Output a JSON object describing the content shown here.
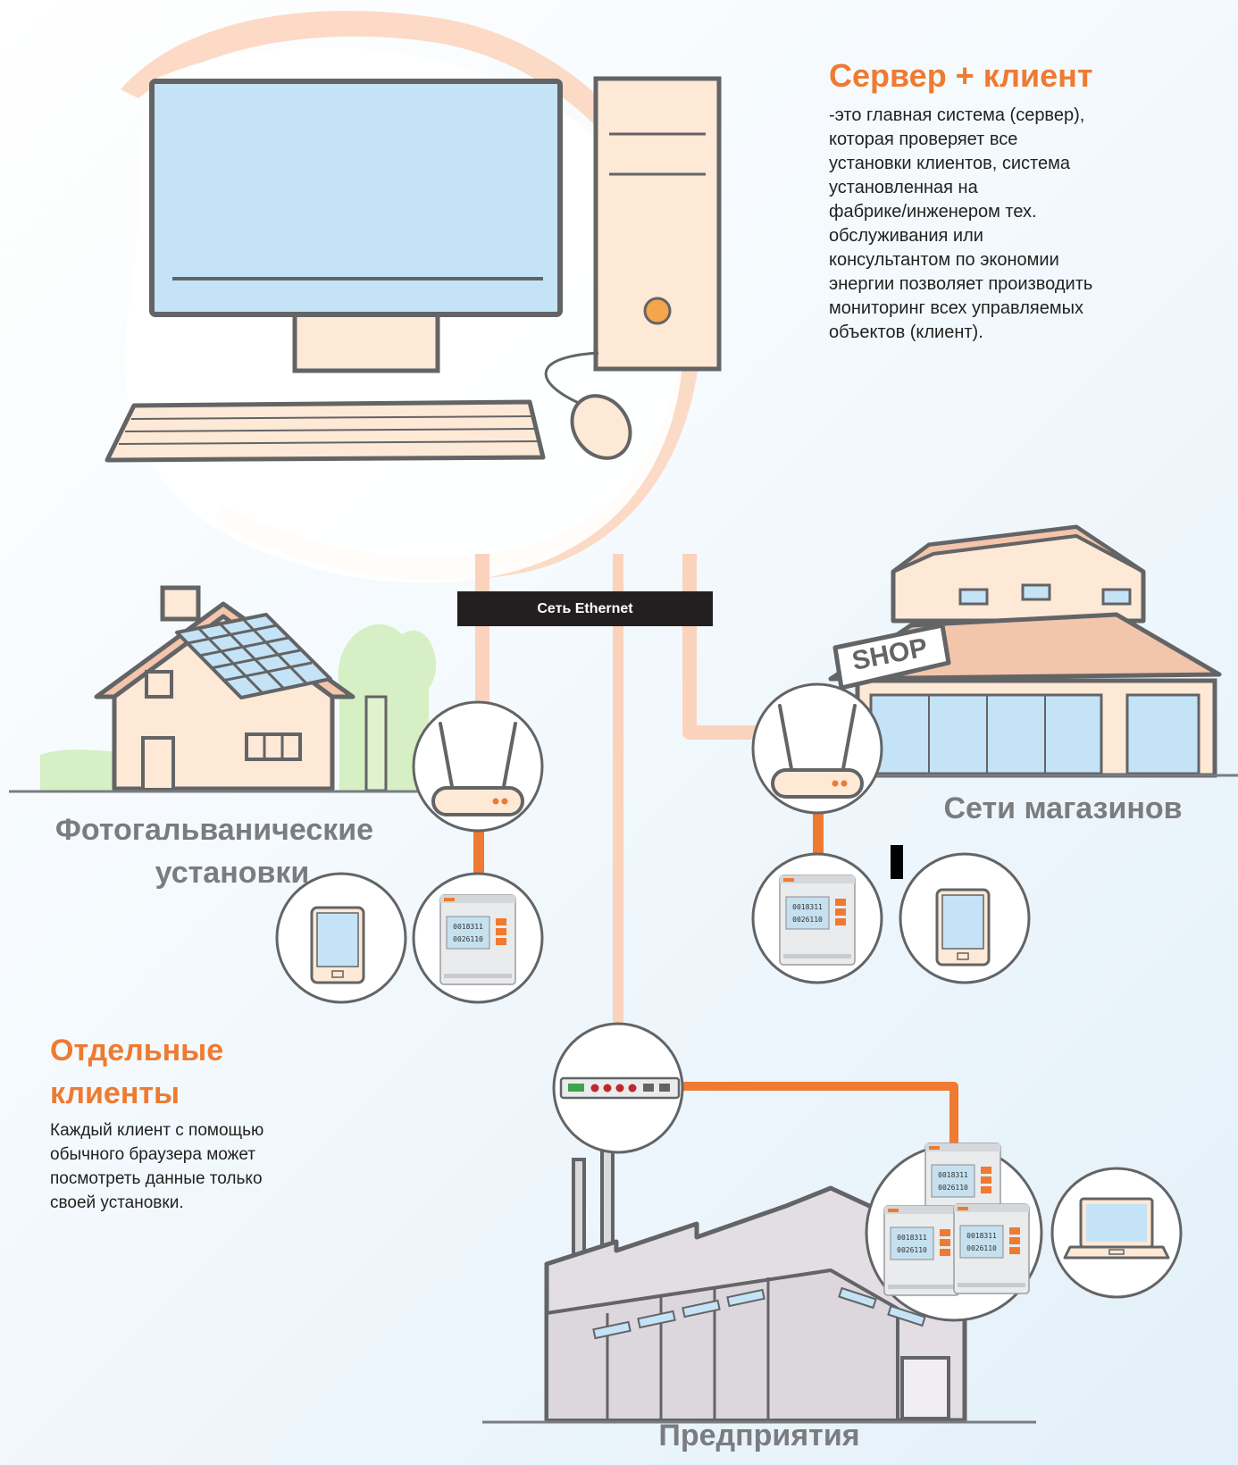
{
  "server": {
    "title": "Сервер + клиент",
    "description_lines": [
      "-это главная система (сервер),",
      "которая проверяет все",
      "установки клиентов, система",
      "установленная на",
      "фабрике/инженером тех.",
      "обслуживания или",
      "консультантом по экономии",
      "энергии позволяет производить",
      "мониторинг всех управляемых",
      "объектов (клиент)."
    ]
  },
  "network_label": "Сеть Ethernet",
  "shop_sign": "SHOP",
  "pv": {
    "title_line1": "Фотогальванические",
    "title_line2": "установки"
  },
  "shops": {
    "title": "Сети магазинов"
  },
  "individual": {
    "title_line1": "Отдельные",
    "title_line2": "клиенты",
    "description_lines": [
      "Каждый клиент с помощью",
      "обычного браузера может",
      "посмотреть данные только",
      "своей установки."
    ]
  },
  "factory": {
    "title": "Предприятия"
  },
  "meter_display": [
    "0018311",
    "0026110"
  ],
  "colors": {
    "accent_orange": "#ef7a31",
    "pale_orange": "#fbd3bc",
    "outline_gray": "#636466",
    "screen_blue": "#c5e3f6",
    "beige": "#fde9d6",
    "label_gray": "#7a7c80"
  }
}
